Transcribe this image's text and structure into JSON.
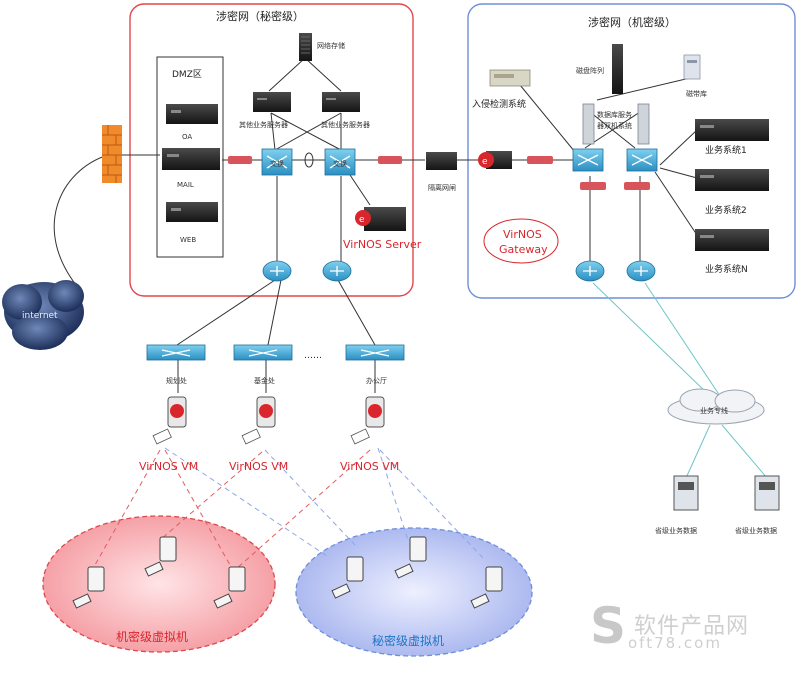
{
  "zones": {
    "secret_net": "涉密网（秘密级）",
    "confidential_net": "涉密网（机密级）",
    "dmz": "DMZ区"
  },
  "left_zone": {
    "storage": "网络存储",
    "server_a": "其他业务服务器",
    "server_b": "其他业务服务器",
    "dmz_oa": "OA",
    "dmz_mail": "MAIL",
    "dmz_web": "WEB",
    "core_switch_a": "交换",
    "core_switch_b": "交换",
    "virnos_server": "VirNOS Server"
  },
  "middle": {
    "gatekeeper": "隔离网闸",
    "virnos_gateway_line1": "VirNOS",
    "virnos_gateway_line2": "Gateway"
  },
  "right_zone": {
    "ids": "入侵检测系统",
    "disk_array": "磁盘阵列",
    "tape_lib": "磁带库",
    "db_cluster_line1": "数据库服务",
    "db_cluster_line2": "器双机系统",
    "biz1": "业务系统1",
    "biz2": "业务系统2",
    "bizN": "业务系统N"
  },
  "internet": "internet",
  "branches": {
    "b1": "规划处",
    "b2": "基金处",
    "dots": "……",
    "b3": "办公厅"
  },
  "vm_labels": [
    "VirNOS VM",
    "VirNOS VM",
    "VirNOS VM"
  ],
  "dedicated_line": "业务专线",
  "provincial": [
    "省级业务数据",
    "省级业务数据"
  ],
  "pools": {
    "confidential_vm": "机密级虚拟机",
    "secret_vm": "秘密级虚拟机"
  },
  "watermark": {
    "letter": "S",
    "title": "软件产品网",
    "url": "oft78.com"
  },
  "colors": {
    "red_zone": "#e0474c",
    "blue_zone": "#6f8fd8",
    "red_pool": "#f6a3a6",
    "blue_pool": "#a9b8ef",
    "switch_blue": "#3aa8d8"
  }
}
